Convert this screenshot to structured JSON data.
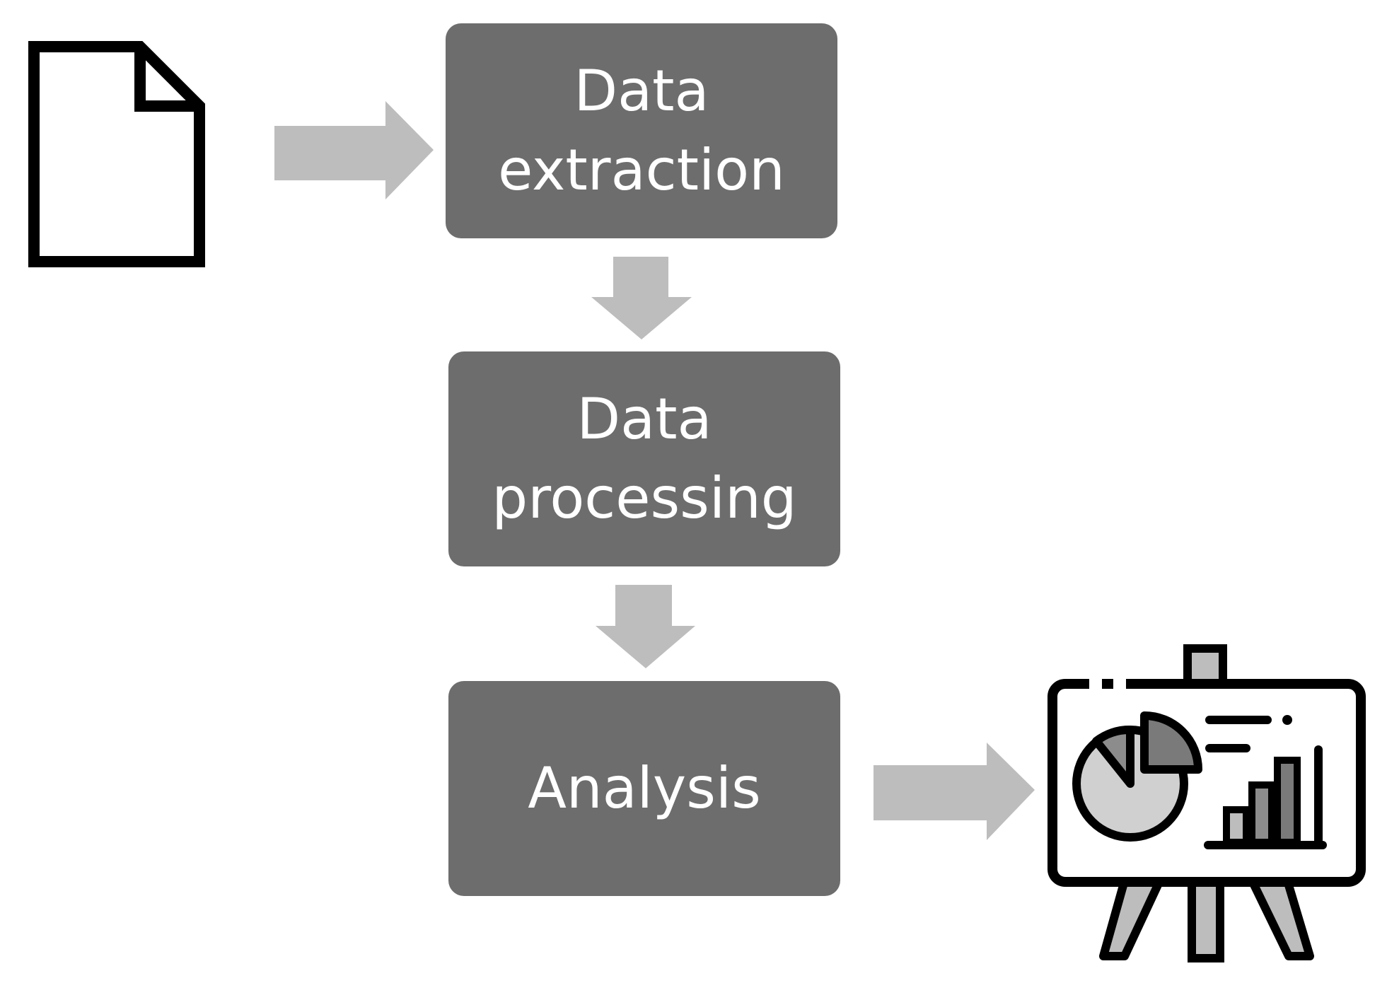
{
  "diagram": {
    "steps": [
      {
        "id": "extraction",
        "label": "Data\nextraction"
      },
      {
        "id": "processing",
        "label": "Data\nprocessing"
      },
      {
        "id": "analysis",
        "label": "Analysis"
      }
    ],
    "icons": {
      "input": "document-icon",
      "output": "presentation-chart-icon"
    },
    "colors": {
      "box_fill": "#6d6d6d",
      "box_text": "#ffffff",
      "arrow": "#bdbdbd",
      "icon_stroke": "#000000"
    }
  }
}
